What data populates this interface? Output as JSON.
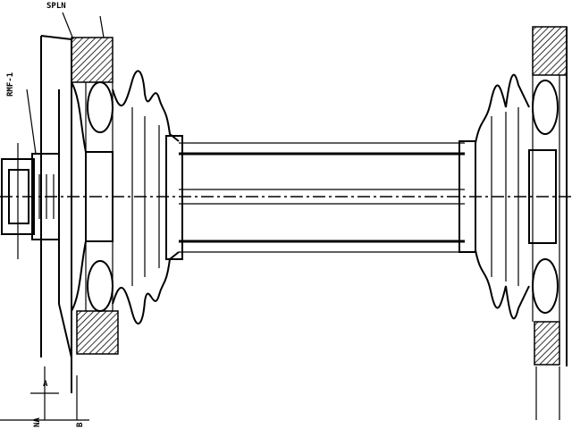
{
  "diagram": {
    "type": "technical-drawing",
    "subject": "drive-shaft-cv-joint-assembly",
    "labels": {
      "top_left": "SPLN",
      "left_side": "RMF-1",
      "bottom_a": "A",
      "bottom_b": "NA",
      "bottom_c": "B"
    },
    "colors": {
      "ink": "#000000",
      "paper": "#ffffff"
    }
  }
}
